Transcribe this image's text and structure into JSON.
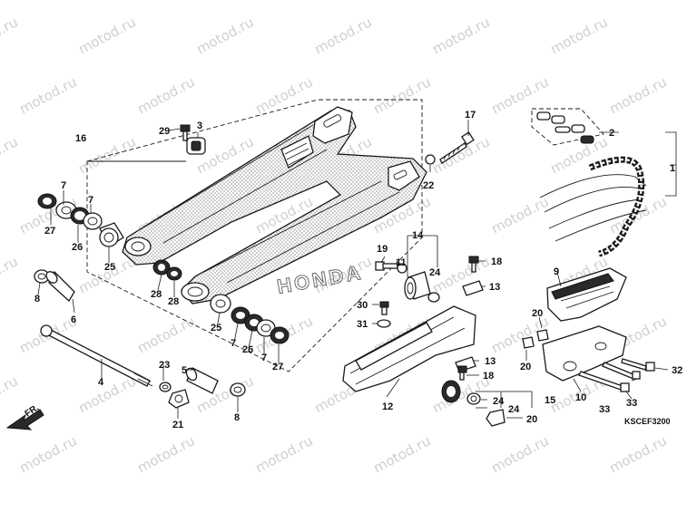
{
  "watermark": "motod.ru",
  "diagram_code": "KSCEF3200",
  "direction_label": "FR.",
  "brand_mark": "HONDA",
  "callouts": [
    "1",
    "2",
    "3",
    "4",
    "5",
    "6",
    "7",
    "8",
    "9",
    "10",
    "11",
    "12",
    "13",
    "14",
    "15",
    "16",
    "17",
    "18",
    "19",
    "20",
    "21",
    "22",
    "23",
    "24",
    "25",
    "26",
    "27",
    "28",
    "29",
    "30",
    "31",
    "32",
    "33"
  ]
}
